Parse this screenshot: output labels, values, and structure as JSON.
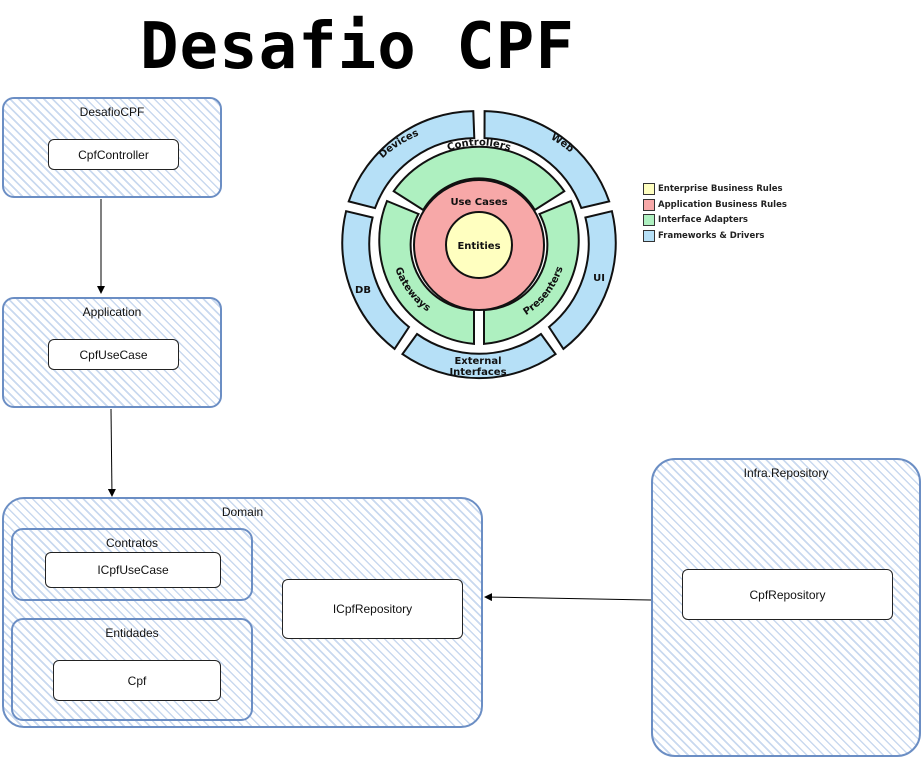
{
  "title": "Desafio CPF",
  "containers": {
    "desafiocpf": {
      "label": "DesafioCPF",
      "box": "CpfController"
    },
    "application": {
      "label": "Application",
      "box": "CpfUseCase"
    },
    "domain": {
      "label": "Domain",
      "contratos": {
        "label": "Contratos",
        "box": "ICpfUseCase"
      },
      "entidades": {
        "label": "Entidades",
        "box": "Cpf"
      },
      "repo_interface": "ICpfRepository"
    },
    "infra": {
      "label": "Infra.Repository",
      "box": "CpfRepository"
    }
  },
  "clean_architecture": {
    "entities": "Entities",
    "use_cases": "Use Cases",
    "controllers": "Controllers",
    "gateways": "Gateways",
    "presenters": "Presenters",
    "devices": "Devices",
    "web": "Web",
    "ui": "UI",
    "db": "DB",
    "external_1": "External",
    "external_2": "Interfaces"
  },
  "legend": [
    {
      "label": "Enterprise Business Rules",
      "color": "#ffffc0"
    },
    {
      "label": "Application Business Rules",
      "color": "#f7a8a8"
    },
    {
      "label": "Interface Adapters",
      "color": "#aef0c0"
    },
    {
      "label": "Frameworks & Drivers",
      "color": "#b6e0f7"
    }
  ],
  "colors": {
    "entities": "#ffffc0",
    "use_cases": "#f7a8a8",
    "adapters": "#aef0c0",
    "frameworks": "#b6e0f7",
    "container_border": "#6b8ec4"
  }
}
